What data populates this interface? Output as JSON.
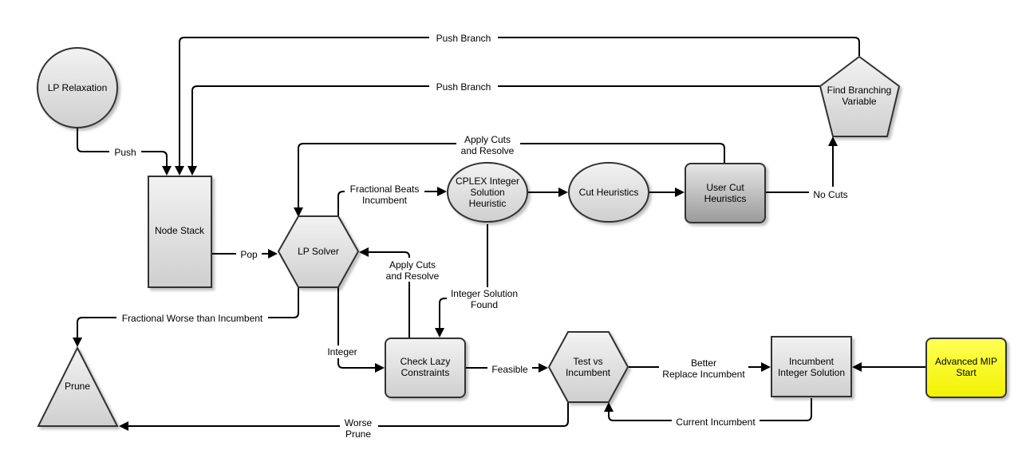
{
  "nodes": {
    "lp_relaxation": "LP Relaxation",
    "node_stack": "Node Stack",
    "lp_solver": "LP Solver",
    "prune": "Prune",
    "cplex_heuristic": [
      "CPLEX Integer",
      "Solution",
      "Heuristic"
    ],
    "cut_heuristics": "Cut Heuristics",
    "user_cut_heuristics": [
      "User Cut",
      "Heuristics"
    ],
    "find_branching": [
      "Find Branching",
      "Variable"
    ],
    "check_lazy": [
      "Check Lazy",
      "Constraints"
    ],
    "test_incumbent": [
      "Test vs",
      "Incumbent"
    ],
    "incumbent_solution": [
      "Incumbent",
      "Integer Solution"
    ],
    "advanced_mip": [
      "Advanced MIP",
      "Start"
    ]
  },
  "edges": {
    "push_branch_1": "Push Branch",
    "push_branch_2": "Push Branch",
    "push": "Push",
    "pop": "Pop",
    "apply_cuts_top": [
      "Apply Cuts",
      "and Resolve"
    ],
    "fractional_beats": [
      "Fractional Beats",
      "Incumbent"
    ],
    "no_cuts": "No Cuts",
    "apply_cuts_lazy": [
      "Apply Cuts",
      "and Resolve"
    ],
    "integer_solution_found": [
      "Integer Solution",
      "Found"
    ],
    "fractional_worse": "Fractional Worse than Incumbent",
    "integer": "Integer",
    "feasible": "Feasible",
    "better": [
      "Better",
      "Replace Incumbent"
    ],
    "worse": [
      "Worse",
      "Prune"
    ],
    "current_incumbent": "Current Incumbent"
  },
  "colors": {
    "node_fill_top": "#f2f2f2",
    "node_fill_bottom": "#cfcfcf",
    "user_cut_fill_top": "#e6e6e6",
    "user_cut_fill_bottom": "#9a9a9a",
    "advanced_mip_fill": "#ffff33",
    "stroke": "#333333"
  }
}
